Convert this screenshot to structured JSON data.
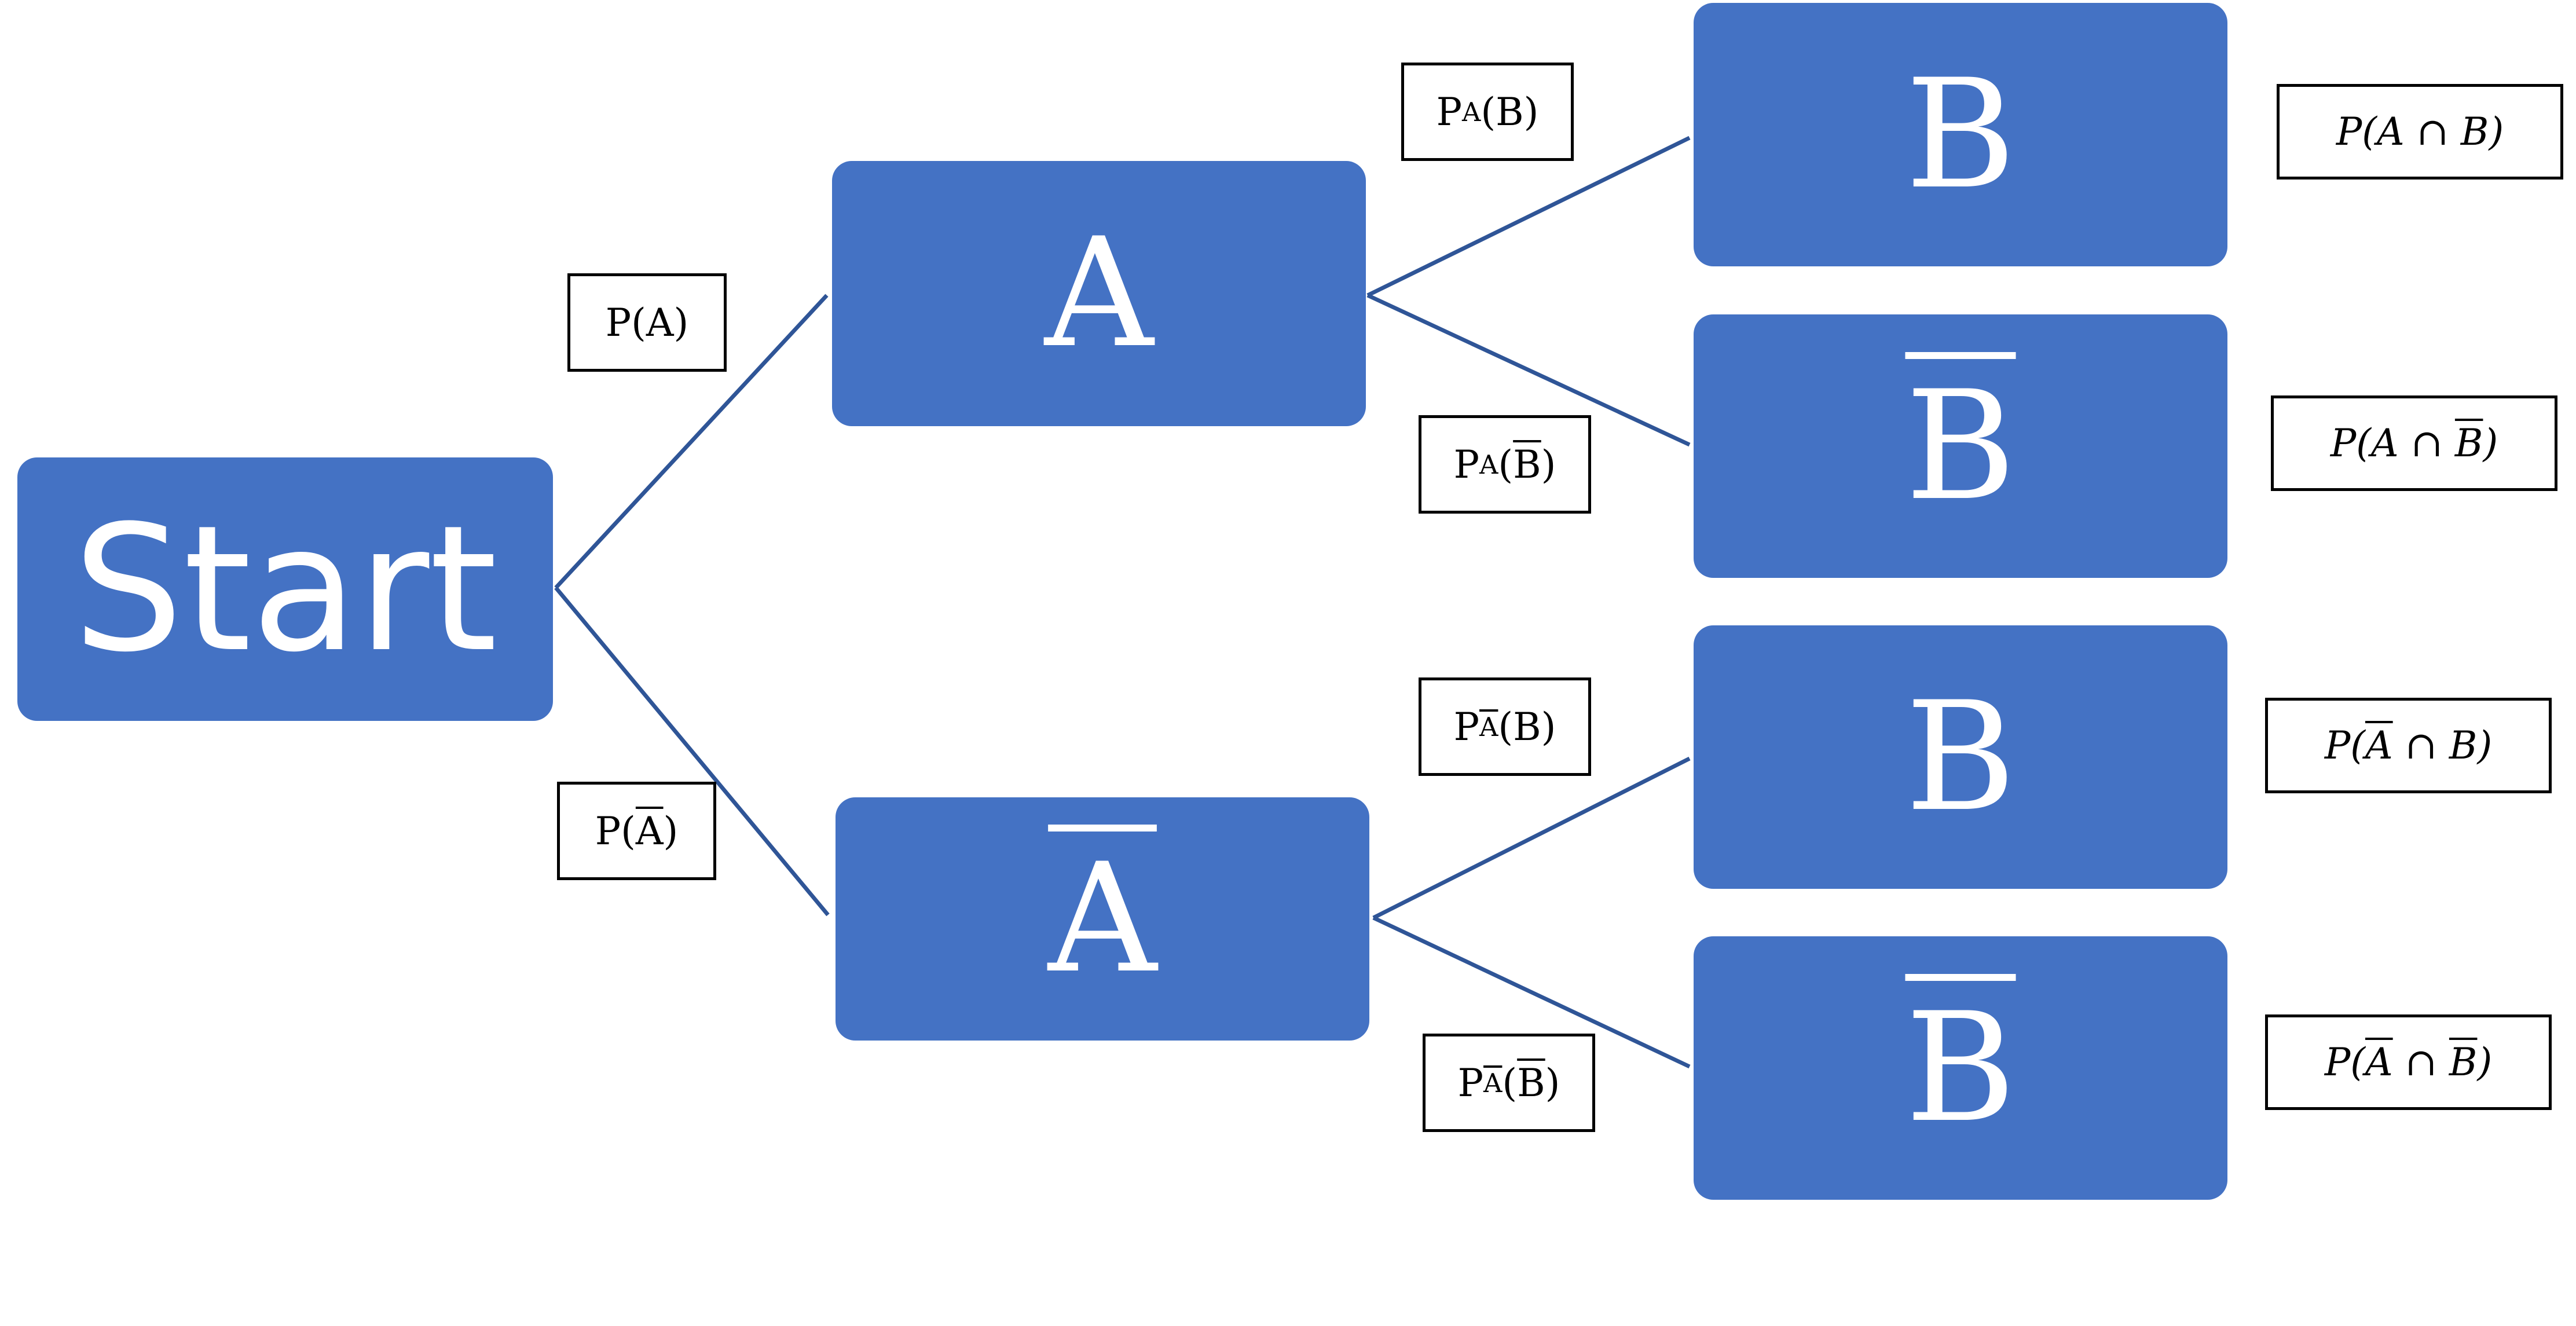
{
  "colors": {
    "node_fill": "#4472c4",
    "node_text": "#ffffff",
    "edge": "#2f5597",
    "label_border": "#000000"
  },
  "nodes": {
    "start": "Start",
    "a": "A",
    "a_bar": "A",
    "a_b": "B",
    "a_b_bar": "B",
    "abar_b": "B",
    "abar_b_bar": "B"
  },
  "edge_labels": {
    "p_a": {
      "p": "P",
      "open": "(",
      "arg": "A",
      "close": ")"
    },
    "p_a_bar": {
      "p": "P",
      "open": "(",
      "arg": "A",
      "close": ")"
    },
    "pa_b": {
      "p": "P",
      "sub": "A",
      "open": "(",
      "arg": "B",
      "close": ")"
    },
    "pa_b_bar": {
      "p": "P",
      "sub": "A",
      "open": "(",
      "arg": "B",
      "close": ")"
    },
    "pabar_b": {
      "p": "P",
      "sub": "A",
      "open": "(",
      "arg": "B",
      "close": ")"
    },
    "pabar_b_bar": {
      "p": "P",
      "sub": "A",
      "open": "(",
      "arg": "B",
      "close": ")"
    }
  },
  "outcome_labels": {
    "a_and_b": {
      "p": "P",
      "open": "(",
      "left": "A",
      "op": " ∩ ",
      "right": "B",
      "close": ")"
    },
    "a_and_b_bar": {
      "p": "P",
      "open": "(",
      "left": "A",
      "op": " ∩ ",
      "right": "B",
      "close": ")"
    },
    "abar_and_b": {
      "p": "P",
      "open": "(",
      "left": "A",
      "op": " ∩ ",
      "right": "B",
      "close": ")"
    },
    "abar_and_b_bar": {
      "p": "P",
      "open": "(",
      "left": "A",
      "op": " ∩ ",
      "right": "B",
      "close": ")"
    }
  }
}
